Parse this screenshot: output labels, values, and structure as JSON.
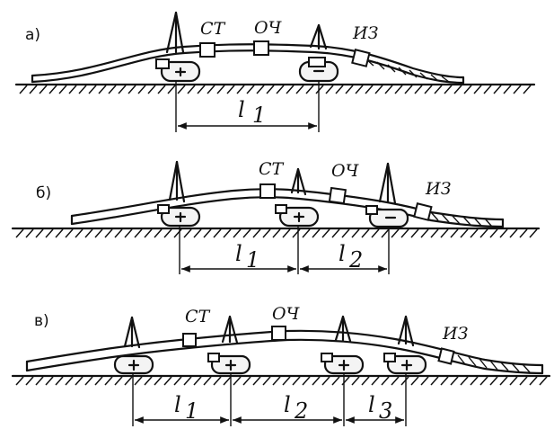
{
  "panels": [
    {
      "id": "a",
      "label": "а)",
      "unit_labels": [
        "СТ",
        "ОЧ",
        "ИЗ"
      ],
      "dimensions": [
        "l",
        "1"
      ]
    },
    {
      "id": "b",
      "label": "б)",
      "unit_labels": [
        "СТ",
        "ОЧ",
        "ИЗ"
      ],
      "dimensions": [
        [
          "l",
          "1"
        ],
        [
          "l",
          "2"
        ]
      ]
    },
    {
      "id": "c",
      "label": "в)",
      "unit_labels": [
        "СТ",
        "ОЧ",
        "ИЗ"
      ],
      "dimensions": [
        [
          "l",
          "1"
        ],
        [
          "l",
          "2"
        ],
        [
          "l",
          "3"
        ]
      ]
    }
  ]
}
